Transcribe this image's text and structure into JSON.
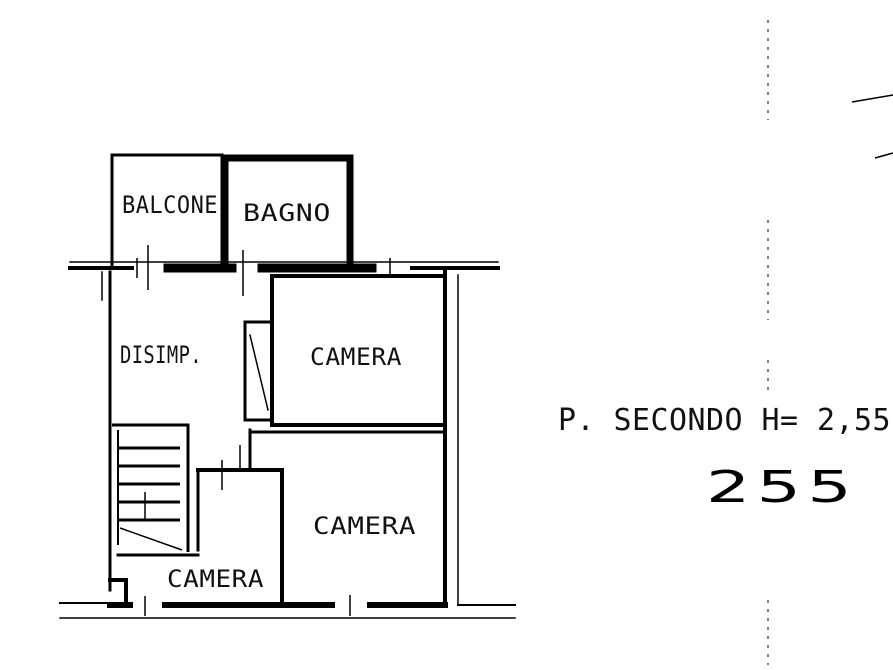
{
  "rooms": {
    "balcony": "BALCONE",
    "bathroom": "BAGNO",
    "storage": "DISIMP.",
    "bedroom_top": "CAMERA",
    "bedroom_right": "CAMERA",
    "bedroom_small": "CAMERA"
  },
  "notes": {
    "floor_label": "P. SECONDO  H= 2,55",
    "handwritten_number": "255"
  }
}
